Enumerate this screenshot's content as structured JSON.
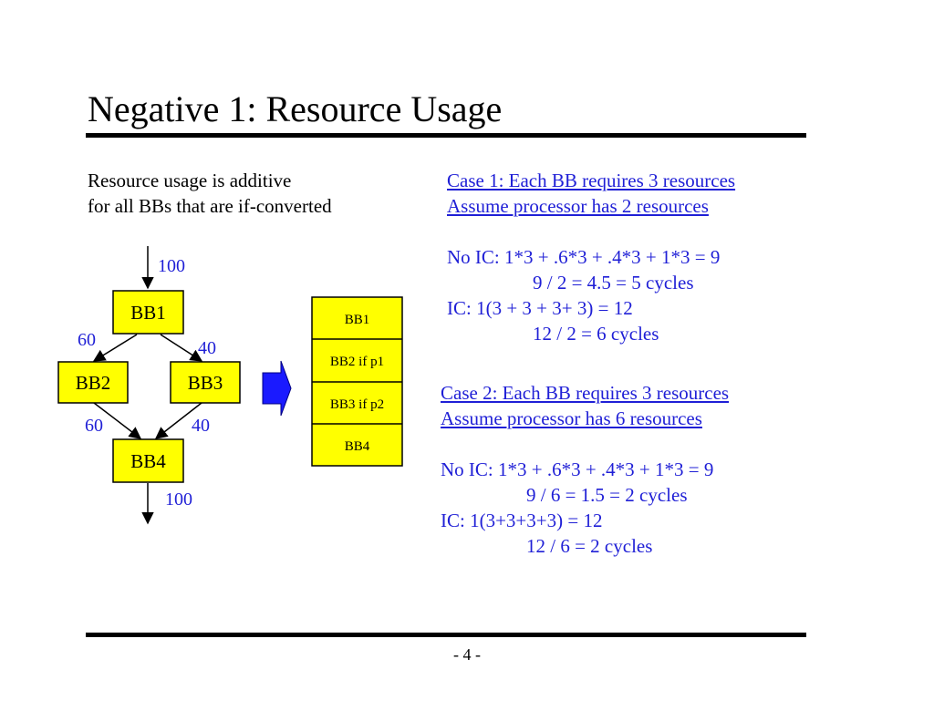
{
  "title": "Negative 1: Resource Usage",
  "intro": {
    "line1": "Resource usage is additive",
    "line2": "for all BBs that are if-converted"
  },
  "cfg": {
    "nodes": {
      "bb1": "BB1",
      "bb2": "BB2",
      "bb3": "BB3",
      "bb4": "BB4"
    },
    "edge_labels": {
      "entry": "100",
      "bb1_bb2": "60",
      "bb1_bb3": "40",
      "bb2_bb4": "60",
      "bb3_bb4": "40",
      "exit": "100"
    }
  },
  "merged_block": [
    "BB1",
    "BB2 if p1",
    "BB3 if p2",
    "BB4"
  ],
  "case1": {
    "heading1": "Case 1: Each BB requires 3 resources",
    "heading2": "Assume processor has 2 resources",
    "noic": "No IC: 1*3 + .6*3 + .4*3 + 1*3 = 9",
    "noic_cycles": "9 / 2 = 4.5 = 5 cycles",
    "ic": "IC: 1(3 + 3 + 3+ 3) = 12",
    "ic_cycles": "12 / 2 = 6 cycles"
  },
  "case2": {
    "heading1": "Case 2: Each BB requires 3 resources",
    "heading2": "Assume processor has 6 resources",
    "noic": "No IC: 1*3 + .6*3 + .4*3 + 1*3 = 9",
    "noic_cycles": "9 / 6 = 1.5 = 2 cycles",
    "ic": "IC: 1(3+3+3+3) = 12",
    "ic_cycles": "12 / 6 = 2 cycles"
  },
  "page_number": "- 4 -",
  "colors": {
    "node_fill": "#ffff00",
    "text_blue": "#1f1fd6",
    "arrow_fill": "#1a1aff"
  }
}
